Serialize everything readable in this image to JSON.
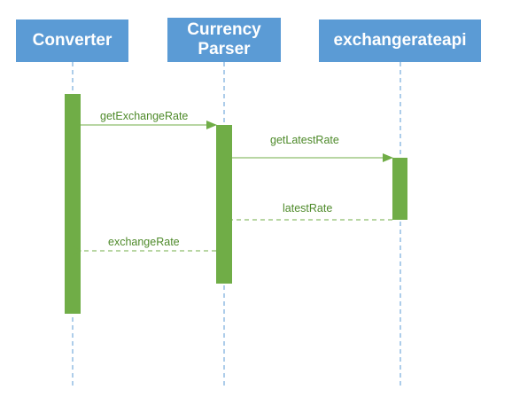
{
  "participants": [
    {
      "id": "converter",
      "label": "Converter"
    },
    {
      "id": "currency-parser",
      "label_line1": "Currency",
      "label_line2": "Parser"
    },
    {
      "id": "exchangerateapi",
      "label": "exchangerateapi"
    }
  ],
  "messages": [
    {
      "id": "getExchangeRate",
      "label": "getExchangeRate",
      "from": "converter",
      "to": "currency-parser",
      "kind": "call"
    },
    {
      "id": "getLatestRate",
      "label": "getLatestRate",
      "from": "currency-parser",
      "to": "exchangerateapi",
      "kind": "call"
    },
    {
      "id": "latestRate",
      "label": "latestRate",
      "from": "exchangerateapi",
      "to": "currency-parser",
      "kind": "return"
    },
    {
      "id": "exchangeRate",
      "label": "exchangeRate",
      "from": "currency-parser",
      "to": "converter",
      "kind": "return"
    }
  ],
  "colors": {
    "participant_fill": "#5b9bd5",
    "participant_text": "#ffffff",
    "lifeline": "#5b9bd5",
    "activation": "#70ad47",
    "message": "#70ad47",
    "label": "#4e8a2a"
  }
}
